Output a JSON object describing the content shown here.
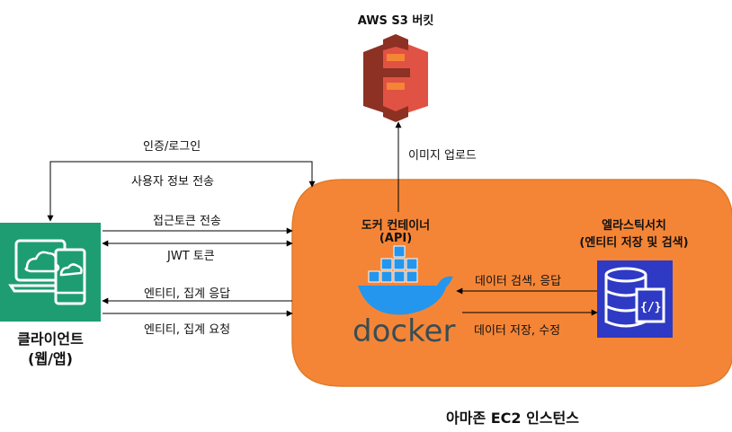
{
  "s3": {
    "title": "AWS S3 버킷",
    "icon": "s3-bucket-icon",
    "color": "#e05243"
  },
  "ec2": {
    "title": "아마존 EC2 인스턴스",
    "fill": "#f58536",
    "stroke": "#e07b2a"
  },
  "client": {
    "line1": "클라이언트",
    "line2": "(웹/앱)",
    "icon": "client-device-icon",
    "color": "#1e9d72"
  },
  "docker": {
    "title_line1": "도커 컨테이너",
    "title_line2": "(API)",
    "wordmark": "docker",
    "color": "#2496ed"
  },
  "elastic": {
    "title_line1": "엘라스틱서치",
    "title_line2": "(엔티티 저장 및 검색)",
    "icon": "database-icon",
    "color": "#2e39c4"
  },
  "edges": {
    "auth": "인증/로그인",
    "user_info": "사용자 정보 전송",
    "access_token": "접근토큰 전송",
    "jwt": "JWT 토큰",
    "entity_response": "엔티티, 집계 응답",
    "entity_request": "엔티티, 집계 요청",
    "image_upload": "이미지 업로드",
    "search": "데이터 검색, 응답",
    "store": "데이터 저장, 수정"
  }
}
